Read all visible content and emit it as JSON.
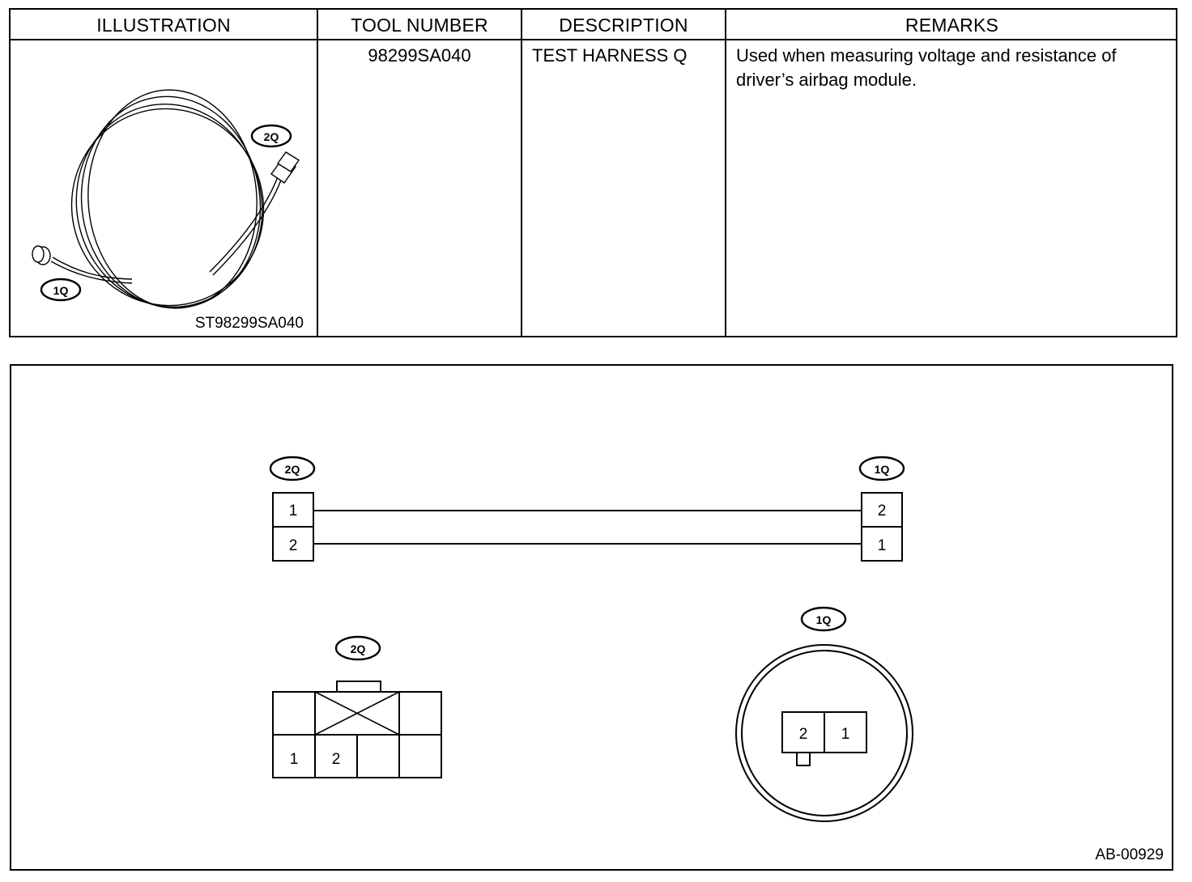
{
  "table": {
    "headers": {
      "illustration": "ILLUSTRATION",
      "tool_number": "TOOL NUMBER",
      "description": "DESCRIPTION",
      "remarks": "REMARKS"
    },
    "row": {
      "tool_number": "98299SA040",
      "description": "TEST HARNESS Q",
      "remarks": "Used when measuring voltage and resistance of driver’s airbag module.",
      "illustration_code": "ST98299SA040",
      "illustration_labels": {
        "end_1": "1Q",
        "end_2": "2Q"
      }
    }
  },
  "diagram": {
    "wiring": {
      "left_connector": {
        "label": "2Q",
        "pins": [
          "1",
          "2"
        ]
      },
      "right_connector": {
        "label": "1Q",
        "pins": [
          "2",
          "1"
        ]
      }
    },
    "connector_2q": {
      "label": "2Q",
      "pins": [
        "1",
        "2"
      ]
    },
    "connector_1q": {
      "label": "1Q",
      "pins": [
        "2",
        "1"
      ]
    },
    "reference_code": "AB-00929"
  }
}
